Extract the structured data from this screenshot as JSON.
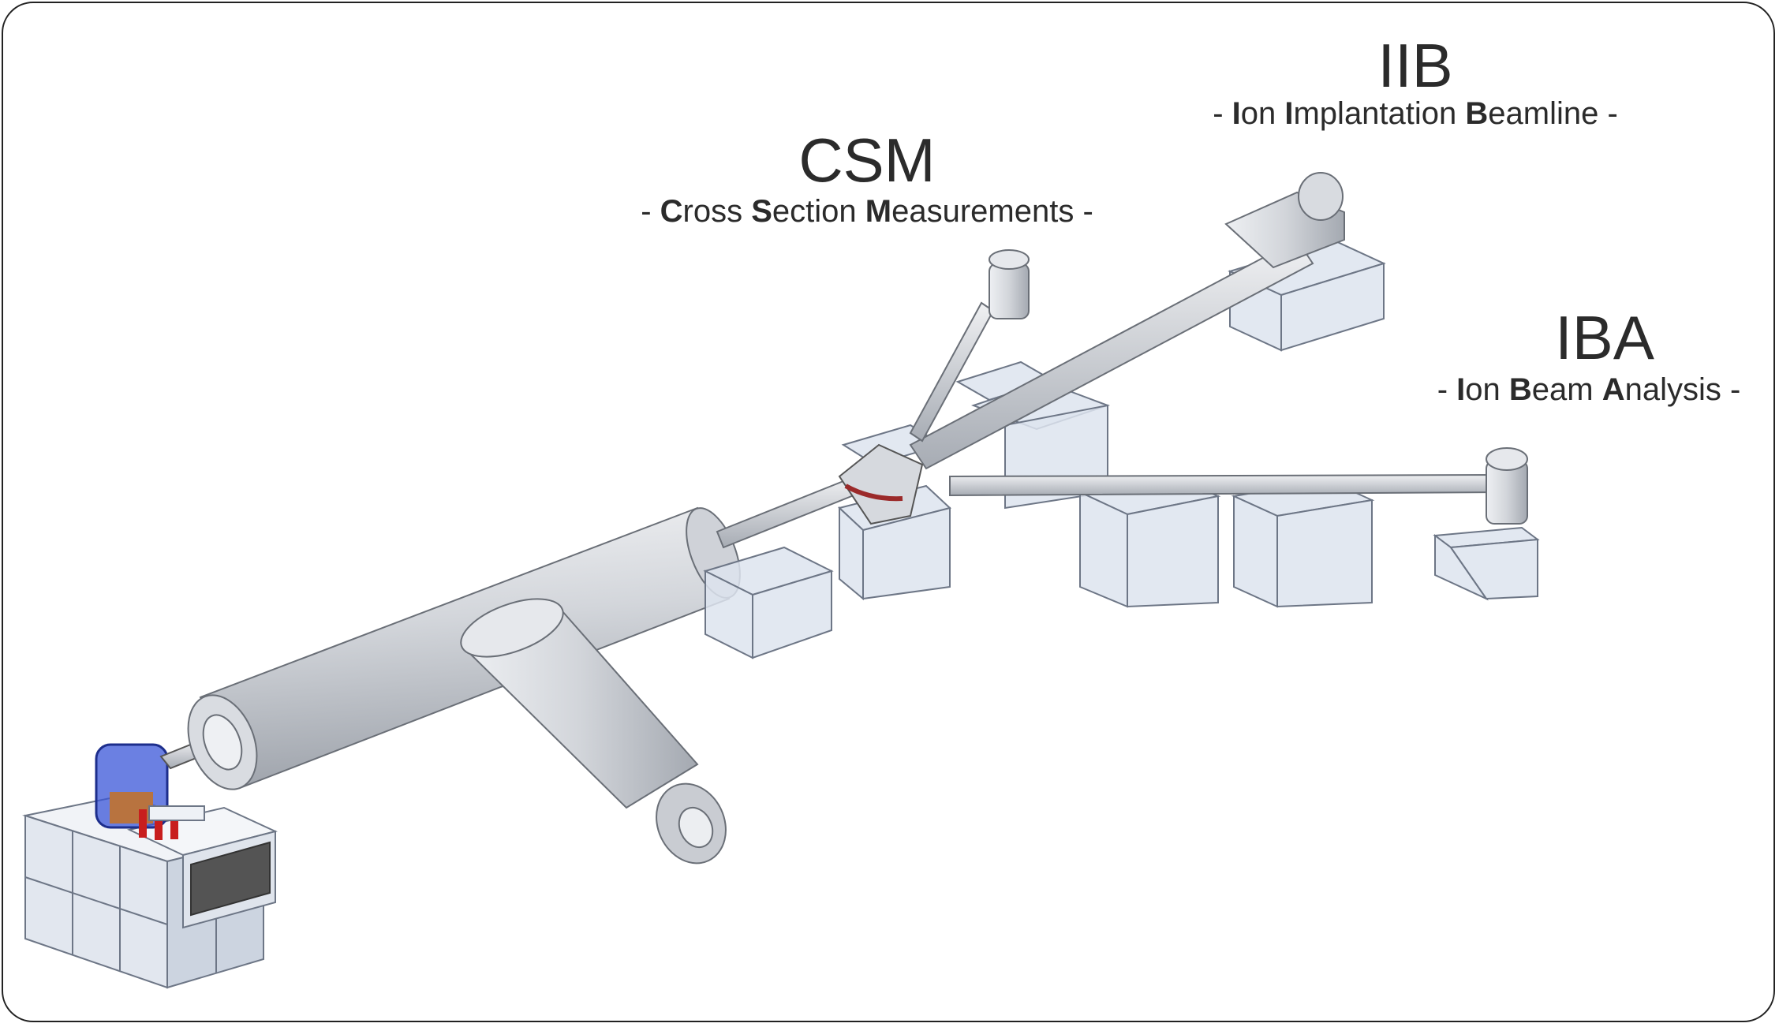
{
  "labels": {
    "iib": {
      "title": "IIB",
      "subtitle_parts": [
        {
          "text": "- ",
          "bold": false
        },
        {
          "text": "I",
          "bold": true
        },
        {
          "text": "on ",
          "bold": false
        },
        {
          "text": "I",
          "bold": true
        },
        {
          "text": "mplantation ",
          "bold": false
        },
        {
          "text": "B",
          "bold": true
        },
        {
          "text": "eamline -",
          "bold": false
        }
      ]
    },
    "csm": {
      "title": "CSM",
      "subtitle_parts": [
        {
          "text": "- ",
          "bold": false
        },
        {
          "text": "C",
          "bold": true
        },
        {
          "text": "ross ",
          "bold": false
        },
        {
          "text": "S",
          "bold": true
        },
        {
          "text": "ection ",
          "bold": false
        },
        {
          "text": "M",
          "bold": true
        },
        {
          "text": "easurements -",
          "bold": false
        }
      ]
    },
    "iba": {
      "title": "IBA",
      "subtitle_parts": [
        {
          "text": "- ",
          "bold": false
        },
        {
          "text": "I",
          "bold": true
        },
        {
          "text": "on ",
          "bold": false
        },
        {
          "text": "B",
          "bold": true
        },
        {
          "text": "eam ",
          "bold": false
        },
        {
          "text": "A",
          "bold": true
        },
        {
          "text": "nalysis -",
          "bold": false
        }
      ]
    }
  },
  "colors": {
    "frame": "#222222",
    "text": "#2b2b2b",
    "metal_light": "#e4e6ea",
    "metal_mid": "#c4c7cd",
    "metal_dark": "#8e939b",
    "stand_fill": "#dde4ef",
    "stand_edge": "#6d7686",
    "source_blue": "#3a55d8",
    "source_red": "#c81e1e"
  }
}
